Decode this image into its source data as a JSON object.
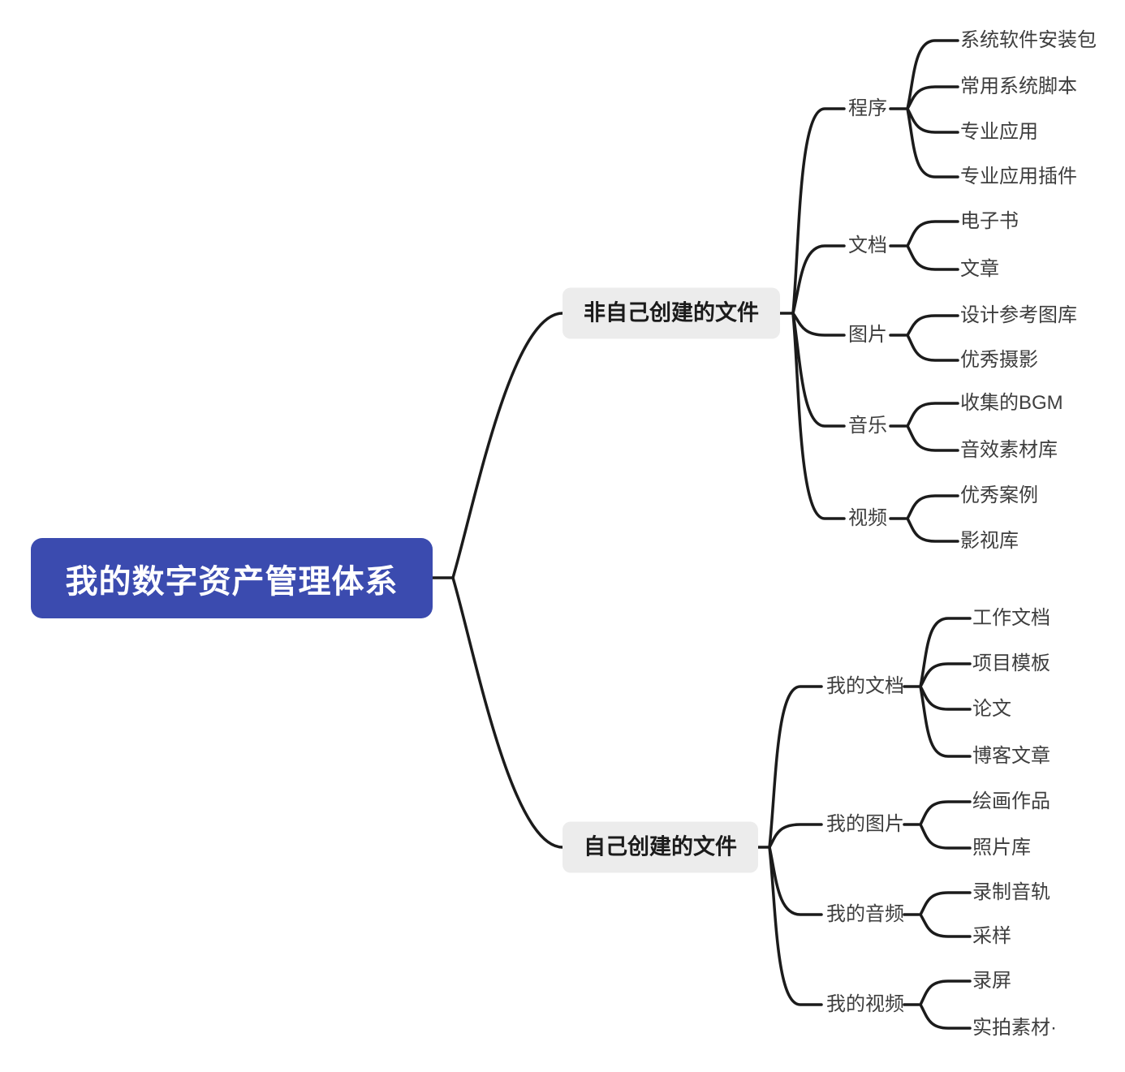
{
  "colors": {
    "canvas_bg": "#FFFFFF",
    "root_bg": "#3B4BAF",
    "root_text": "#FFFFFF",
    "branch_bg": "#ECECEC",
    "branch_text": "#1B1B1B",
    "topic_text": "#3E3E3E",
    "line": "#1B1B1B"
  },
  "mindmap": {
    "root": {
      "label": "我的数字资产管理体系"
    },
    "branches": [
      {
        "label": "非自己创建的文件",
        "topics": [
          {
            "label": "程序",
            "items": [
              "系统软件安装包",
              "常用系统脚本",
              "专业应用",
              "专业应用插件"
            ]
          },
          {
            "label": "文档",
            "items": [
              "电子书",
              "文章"
            ]
          },
          {
            "label": "图片",
            "items": [
              "设计参考图库",
              "优秀摄影"
            ]
          },
          {
            "label": "音乐",
            "items": [
              "收集的BGM",
              "音效素材库"
            ]
          },
          {
            "label": "视频",
            "items": [
              "优秀案例",
              "影视库"
            ]
          }
        ]
      },
      {
        "label": "自己创建的文件",
        "topics": [
          {
            "label": "我的文档",
            "items": [
              "工作文档",
              "项目模板",
              "论文",
              "博客文章"
            ]
          },
          {
            "label": "我的图片",
            "items": [
              "绘画作品",
              "照片库"
            ]
          },
          {
            "label": "我的音频",
            "items": [
              "录制音轨",
              "采样"
            ]
          },
          {
            "label": "我的视频",
            "items": [
              "录屏",
              "实拍素材·"
            ]
          }
        ]
      }
    ]
  }
}
